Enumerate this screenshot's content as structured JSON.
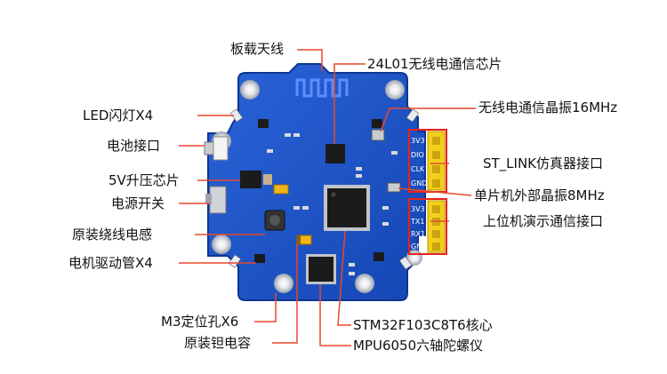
{
  "colors": {
    "board": "#1c52c8",
    "board_dark": "#0f3a9c",
    "chip": "#1b1b1b",
    "pad": "#d7d9dc",
    "header": "#f2cf1a",
    "leader": "#e8482c",
    "highlight_box": "#e8221b"
  },
  "labels": {
    "antenna": "板载天线",
    "rf_chip": "24L01无线电通信芯片",
    "rf_crystal": "无线电通信晶振16MHz",
    "led": "LED闪灯X4",
    "battery": "电池接口",
    "stlink": "ST_LINK仿真器接口",
    "boost": "5V升压芯片",
    "mcu_crystal": "单片机外部晶振8MHz",
    "power_switch": "电源开关",
    "uart": "上位机演示通信接口",
    "inductor": "原装绕线电感",
    "mosfet": "电机驱动管X4",
    "mount_hole": "M3定位孔X6",
    "mcu": "STM32F103C8T6核心",
    "tantalum": "原装钽电容",
    "imu": "MPU6050六轴陀螺仪"
  },
  "silkscreen": {
    "swd_pins": [
      "3V3",
      "DIO",
      "CLK",
      "GND"
    ],
    "uart_pins": [
      "3V3",
      "TX1",
      "RX1",
      "GND"
    ]
  }
}
